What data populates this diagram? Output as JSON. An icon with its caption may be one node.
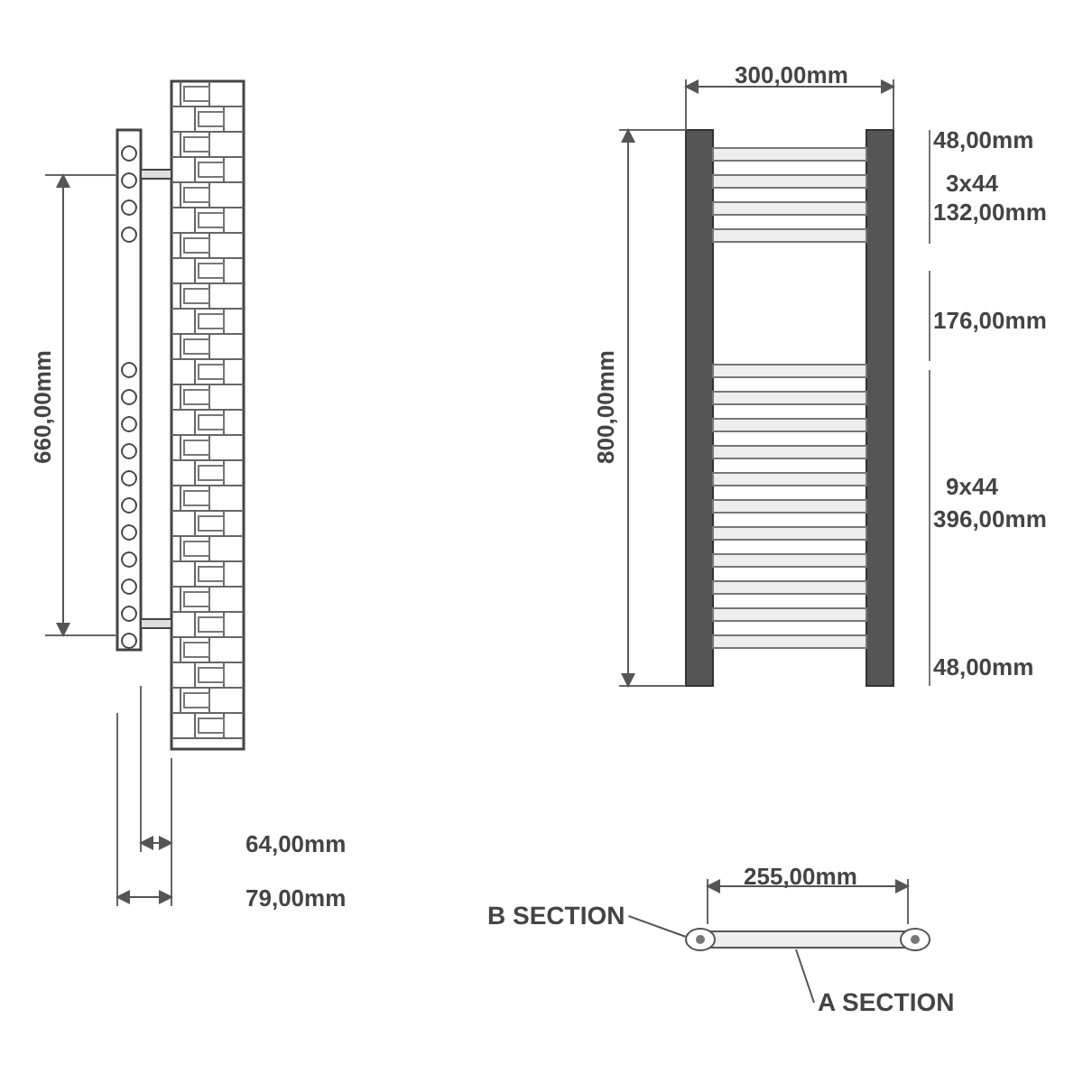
{
  "diagram": {
    "nodes": [
      {
        "text": [
          "B SECTION"
        ]
      },
      {
        "text": [
          "A SECTION"
        ]
      },
      {
        "text": [],
        "shape": "bar"
      }
    ],
    "edges": [
      {
        "from": 0,
        "to": 2,
        "arrow": "none"
      },
      {
        "from": 1,
        "to": 2,
        "arrow": "none"
      }
    ],
    "labels": [
      "300,00mm",
      "48,00mm",
      "3x44",
      "132,00mm",
      "176,00mm",
      "660,00mm",
      "800,00mm",
      "9x44",
      "396,00mm",
      "48,00mm",
      "64,00mm",
      "79,00mm",
      "255,00mm"
    ]
  }
}
